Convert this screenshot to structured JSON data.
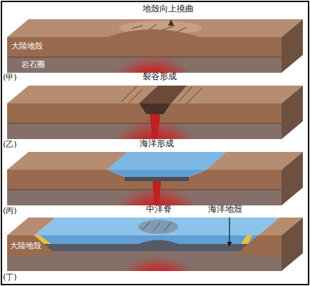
{
  "diagram": {
    "labels": [
      "地殼向上撓曲",
      "大陸地殼",
      "岩石圈",
      "(甲)",
      "裂谷形成",
      "(乙)",
      "海洋形成",
      "(丙)",
      "中洋脊",
      "海洋地殼",
      "大陸地殼",
      "(丁)"
    ]
  }
}
